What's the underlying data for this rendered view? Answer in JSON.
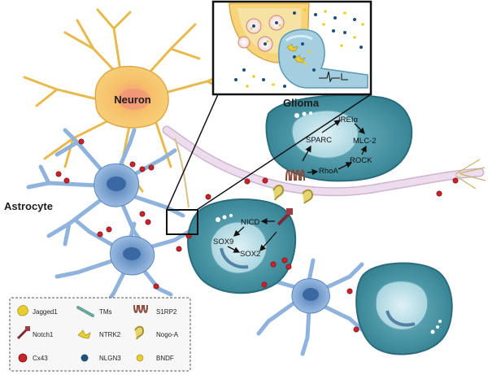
{
  "labels": {
    "neuron": "Neuron",
    "astrocyte": "Astrocyte",
    "glioma": "Glioma"
  },
  "pathway_top": {
    "sparc": "SPARC",
    "ire1": "IREIα",
    "mlc2": "MLC-2",
    "rock": "ROCK",
    "rhoa": "RhoA"
  },
  "pathway_bottom": {
    "nicd": "NICD",
    "sox9": "SOX9",
    "sox2": "SOX2"
  },
  "legend": {
    "jagged1": "Jagged1",
    "tms": "TMs",
    "s1rp2": "S1RP2",
    "notch1": "Notch1",
    "ntrk2": "NTRK2",
    "nogo_a": "Nogo-A",
    "cx43": "Cx43",
    "nlgn3": "NLGN3",
    "bndf": "BNDF"
  },
  "colors": {
    "neuron": "#f6cf6a",
    "astrocyte": "#7fa7d6",
    "glioma": "#3f8d9c",
    "axon": "#e7d2e6",
    "cx43": "#c8222a",
    "nlgn3": "#1f4f7a",
    "bndf": "#e8cf2b"
  }
}
